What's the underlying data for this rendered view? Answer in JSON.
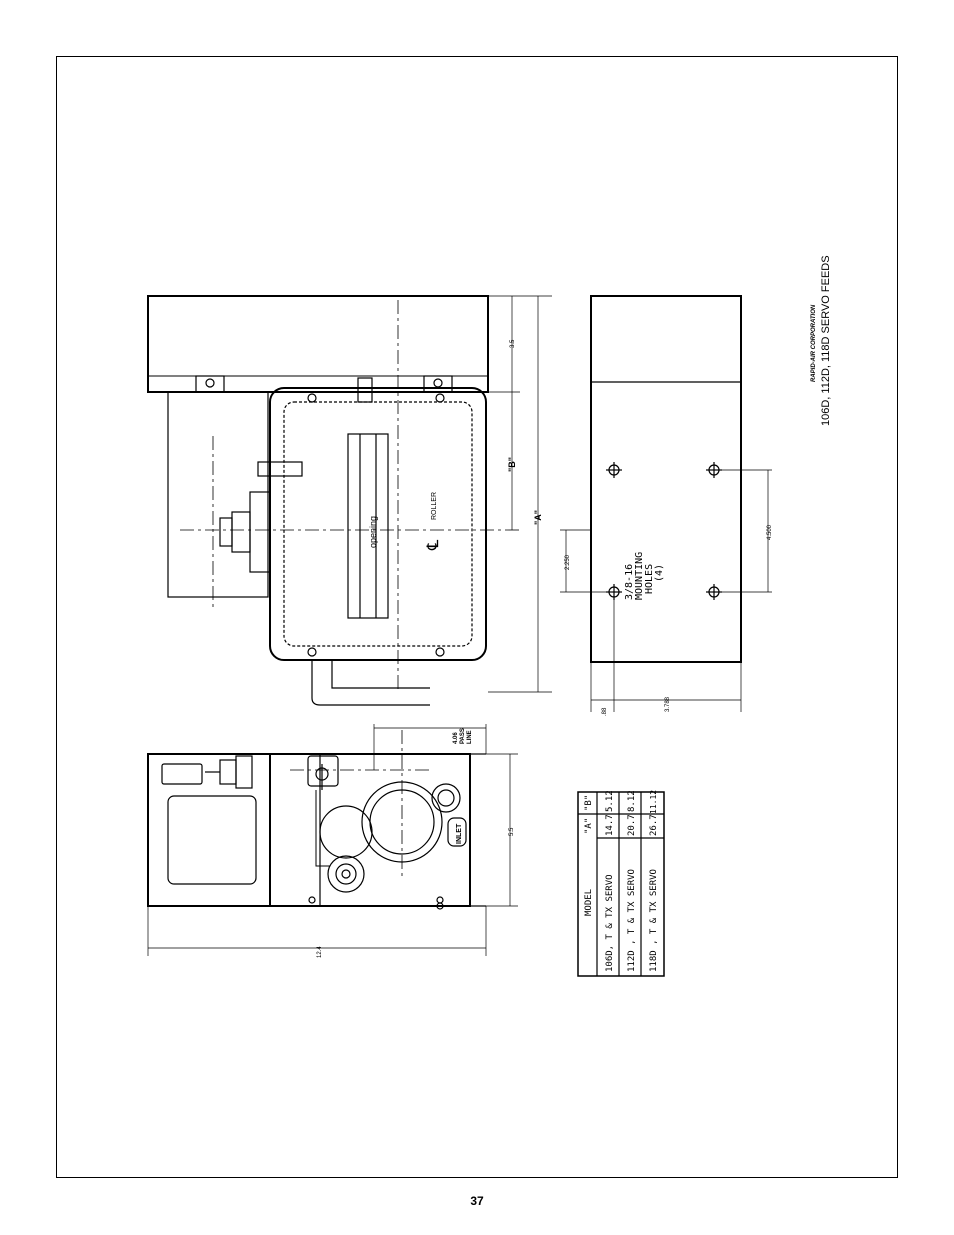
{
  "title": {
    "company": "RAPID-AIR CORPORATION",
    "product": "106D, 112D, 118D SERVO FEEDS"
  },
  "top_view": {
    "opening_label": "opening",
    "roller_label": "ROLLER",
    "centerline_symbol": "℄",
    "dim_a": "\"A\"",
    "dim_b": "\"B\"",
    "dim_35": "3.5"
  },
  "side_view": {
    "mounting_line1": "3/8-16",
    "mounting_line2": "MOUNTING",
    "mounting_line3": "HOLES",
    "mounting_line4": "(4)",
    "dim_4500": "4.500",
    "dim_2250": "2.250",
    "dim_088": ".88",
    "dim_3788": "3.788"
  },
  "end_view": {
    "inlet_label": "INLET",
    "dim_124": "12.4",
    "dim_55": "5.5",
    "passline_line1": "4.06",
    "passline_line2": "PASS",
    "passline_line3": "LINE"
  },
  "model_table": {
    "headers": [
      "MODEL",
      "\"A\"",
      "\"B\""
    ],
    "rows": [
      [
        "106D, T & TX SERVO",
        "14.7",
        "5.12"
      ],
      [
        "112D , T & TX SERVO",
        "20.7",
        "8.12"
      ],
      [
        "118D , T & TX SERVO",
        "26.7",
        "11.12"
      ]
    ]
  },
  "page_number": "37"
}
